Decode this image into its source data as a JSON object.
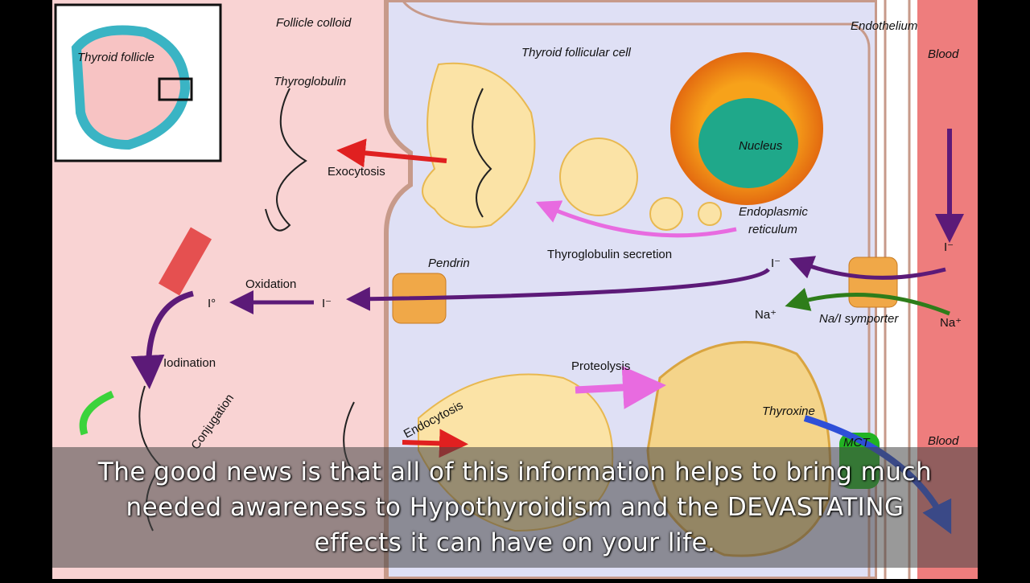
{
  "labels": {
    "follicle_colloid": "Follicle colloid",
    "thyroid_follicle": "Thyroid follicle",
    "thyroglobulin": "Thyroglobulin",
    "exocytosis": "Exocytosis",
    "thyroid_follicular_cell": "Thyroid follicular cell",
    "endothelium": "Endothelium",
    "blood_top": "Blood",
    "nucleus": "Nucleus",
    "er_line1": "Endoplasmic",
    "er_line2": "reticulum",
    "thyroglobulin_secretion": "Thyroglobulin secretion",
    "pendrin": "Pendrin",
    "oxidation": "Oxidation",
    "iodine_atom": "I°",
    "iodide_colloid": "I⁻",
    "iodide_cell": "I⁻",
    "iodide_blood": "I⁻",
    "sodium_cell": "Na⁺",
    "sodium_blood": "Na⁺",
    "symporter": "Na/I symporter",
    "iodination": "Iodination",
    "conjugation": "Conjugation",
    "endocytosis": "Endocytosis",
    "proteolysis": "Proteolysis",
    "thyroxine": "Thyroxine",
    "mct": "MCT",
    "blood_bottom": "Blood"
  },
  "colors": {
    "colloid": "#f9d3d3",
    "cell": "#dfe0f5",
    "blood": "#ee7d7d",
    "vesicle": "#fbe3a6",
    "iodide_arrow": "#5c1a78",
    "sodium_arrow": "#2e7d1a",
    "secretion_arrow": "#e86be0",
    "exocytosis_arrow": "#e02020",
    "mct": "#22b322",
    "thyroxine_arrow": "#2e4fd8"
  },
  "caption": {
    "line1": "The good news is that all of this information helps to bring much",
    "line2": "needed awareness to Hypothyroidism and the DEVASTATING",
    "line3": "effects it can have on your life."
  }
}
